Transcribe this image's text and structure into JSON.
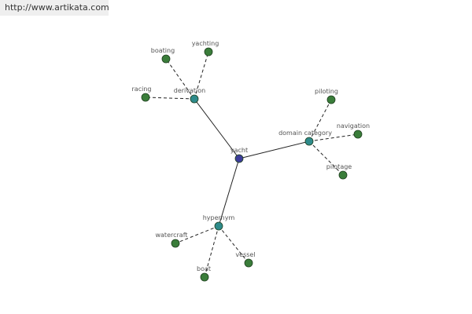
{
  "header": {
    "url": "http://www.artikata.com"
  },
  "colors": {
    "center": "#3d3d9a",
    "relation": "#2e8b8b",
    "leaf": "#3a7d3a",
    "edge": "#222222"
  },
  "graph": {
    "nodes": [
      {
        "id": "yacht",
        "label": "yacht",
        "kind": "center"
      },
      {
        "id": "derivation",
        "label": "derivation",
        "kind": "relation"
      },
      {
        "id": "domain-category",
        "label": "domain category",
        "kind": "relation"
      },
      {
        "id": "hypernym",
        "label": "hypernym",
        "kind": "relation"
      },
      {
        "id": "boating",
        "label": "boating",
        "kind": "leaf"
      },
      {
        "id": "yachting",
        "label": "yachting",
        "kind": "leaf"
      },
      {
        "id": "racing",
        "label": "racing",
        "kind": "leaf"
      },
      {
        "id": "piloting",
        "label": "piloting",
        "kind": "leaf"
      },
      {
        "id": "navigation",
        "label": "navigation",
        "kind": "leaf"
      },
      {
        "id": "pilotage",
        "label": "pilotage",
        "kind": "leaf"
      },
      {
        "id": "watercraft",
        "label": "watercraft",
        "kind": "leaf"
      },
      {
        "id": "vessel",
        "label": "vessel",
        "kind": "leaf"
      },
      {
        "id": "boat",
        "label": "boat",
        "kind": "leaf"
      }
    ],
    "edges": [
      {
        "from": "yacht",
        "to": "derivation",
        "style": "solid"
      },
      {
        "from": "yacht",
        "to": "domain-category",
        "style": "solid"
      },
      {
        "from": "yacht",
        "to": "hypernym",
        "style": "solid"
      },
      {
        "from": "derivation",
        "to": "boating",
        "style": "dashed"
      },
      {
        "from": "derivation",
        "to": "yachting",
        "style": "dashed"
      },
      {
        "from": "derivation",
        "to": "racing",
        "style": "dashed"
      },
      {
        "from": "domain-category",
        "to": "piloting",
        "style": "dashed"
      },
      {
        "from": "domain-category",
        "to": "navigation",
        "style": "dashed"
      },
      {
        "from": "domain-category",
        "to": "pilotage",
        "style": "dashed"
      },
      {
        "from": "hypernym",
        "to": "watercraft",
        "style": "dashed"
      },
      {
        "from": "hypernym",
        "to": "vessel",
        "style": "dashed"
      },
      {
        "from": "hypernym",
        "to": "boat",
        "style": "dashed"
      }
    ]
  }
}
